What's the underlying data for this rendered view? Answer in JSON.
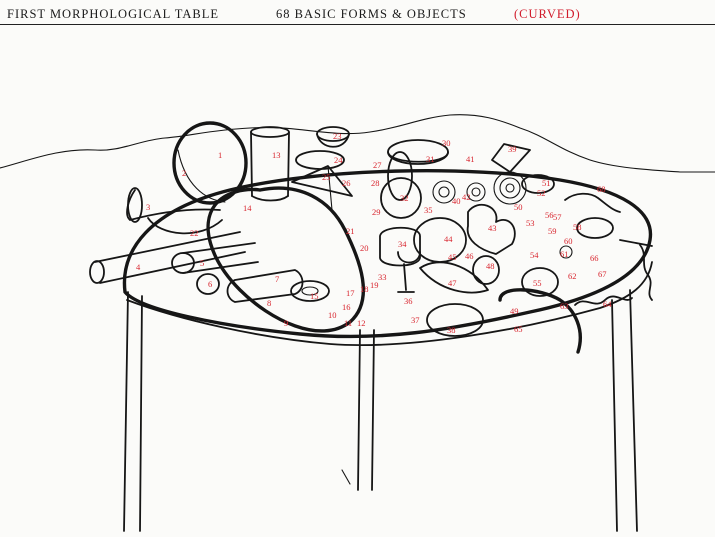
{
  "header": {
    "left": "FIRST  MORPHOLOGICAL  TABLE",
    "middle": "68  BASIC  FORMS & OBJECTS",
    "right": "(CURVED)"
  },
  "colors": {
    "ink": "#161616",
    "numbers": "#d8262f",
    "paper": "#fbfbf9"
  },
  "object_labels": [
    {
      "n": "1"
    },
    {
      "n": "2"
    },
    {
      "n": "3"
    },
    {
      "n": "4"
    },
    {
      "n": "5"
    },
    {
      "n": "6"
    },
    {
      "n": "7"
    },
    {
      "n": "8"
    },
    {
      "n": "9"
    },
    {
      "n": "10"
    },
    {
      "n": "11"
    },
    {
      "n": "12"
    },
    {
      "n": "13"
    },
    {
      "n": "14"
    },
    {
      "n": "15"
    },
    {
      "n": "16"
    },
    {
      "n": "17"
    },
    {
      "n": "18"
    },
    {
      "n": "19"
    },
    {
      "n": "20"
    },
    {
      "n": "21"
    },
    {
      "n": "22"
    },
    {
      "n": "23"
    },
    {
      "n": "24"
    },
    {
      "n": "25"
    },
    {
      "n": "26"
    },
    {
      "n": "27"
    },
    {
      "n": "28"
    },
    {
      "n": "29"
    },
    {
      "n": "30"
    },
    {
      "n": "31"
    },
    {
      "n": "32"
    },
    {
      "n": "33"
    },
    {
      "n": "34"
    },
    {
      "n": "35"
    },
    {
      "n": "36"
    },
    {
      "n": "37"
    },
    {
      "n": "38"
    },
    {
      "n": "39"
    },
    {
      "n": "40"
    },
    {
      "n": "41"
    },
    {
      "n": "42"
    },
    {
      "n": "43"
    },
    {
      "n": "44"
    },
    {
      "n": "45"
    },
    {
      "n": "46"
    },
    {
      "n": "47"
    },
    {
      "n": "48"
    },
    {
      "n": "49"
    },
    {
      "n": "50"
    },
    {
      "n": "51"
    },
    {
      "n": "52"
    },
    {
      "n": "53"
    },
    {
      "n": "54"
    },
    {
      "n": "55"
    },
    {
      "n": "56"
    },
    {
      "n": "57"
    },
    {
      "n": "58"
    },
    {
      "n": "59"
    },
    {
      "n": "60"
    },
    {
      "n": "61"
    },
    {
      "n": "62"
    },
    {
      "n": "63"
    },
    {
      "n": "64"
    },
    {
      "n": "65"
    },
    {
      "n": "66"
    },
    {
      "n": "67"
    },
    {
      "n": "68"
    }
  ]
}
